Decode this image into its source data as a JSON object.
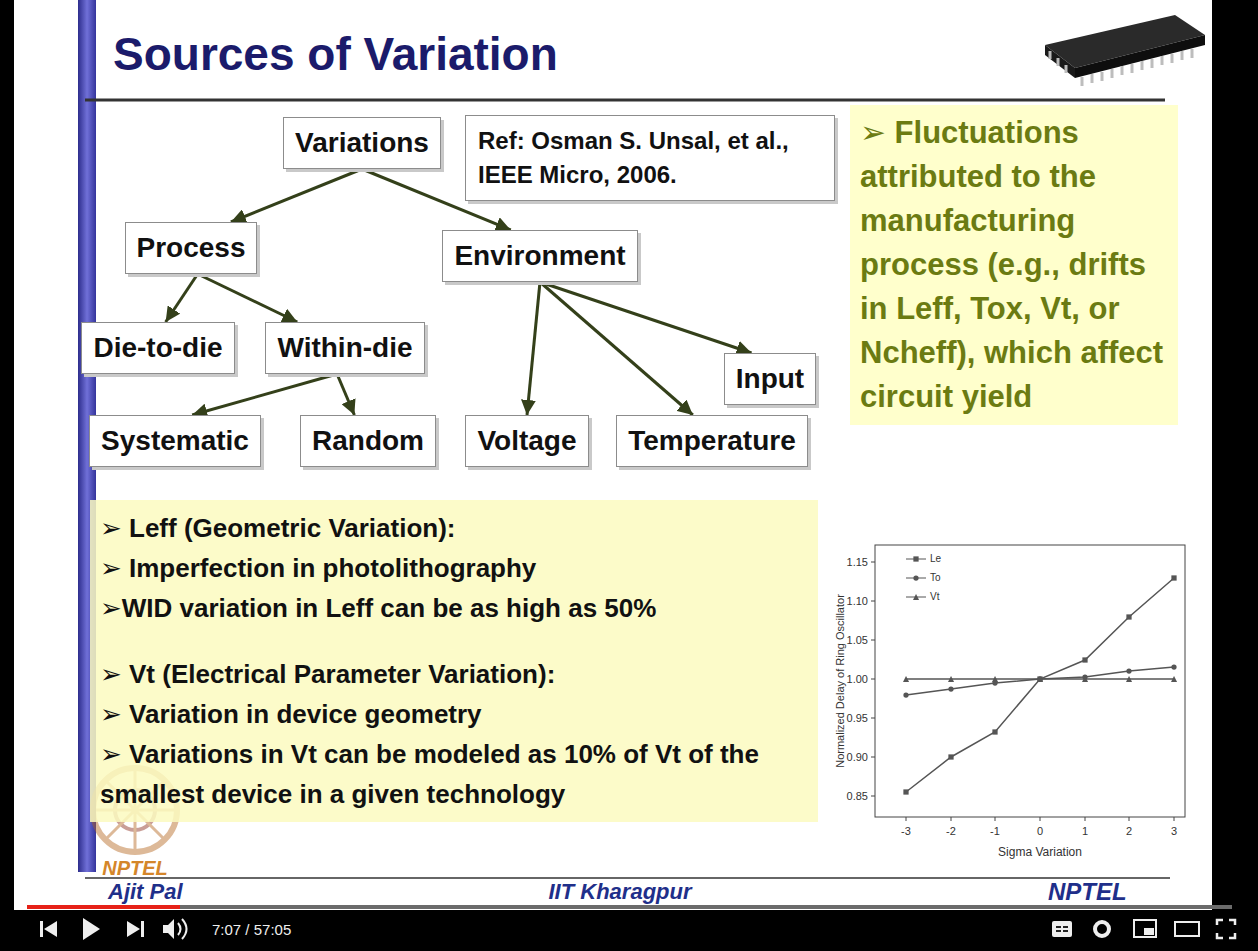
{
  "diagram": {
    "title": "Sources of Variation",
    "nodes": [
      {
        "text": [
          "Variations"
        ]
      },
      {
        "text": [
          "Ref: Osman S. Unsal, et al., IEEE Micro, 2006."
        ]
      },
      {
        "text": [
          "➢ Fluctuations attributed to the manufacturing process (e.g., drifts in Leff, Tox, Vt, or Ncheff), which affect circuit yield"
        ]
      },
      {
        "text": [
          "Process"
        ]
      },
      {
        "text": [
          "Environment"
        ]
      },
      {
        "text": [
          "Die-to-die"
        ]
      },
      {
        "text": [
          "Within-die"
        ]
      },
      {
        "text": [
          "Input"
        ]
      },
      {
        "text": [
          "Systematic"
        ]
      },
      {
        "text": [
          "Random"
        ]
      },
      {
        "text": [
          "Voltage"
        ]
      },
      {
        "text": [
          "Temperature"
        ]
      },
      {
        "text": [
          "➢ Leff (Geometric Variation):",
          "➢ Imperfection in photolithography",
          "➢WID variation in Leff can be as high as 50%",
          "➢ Vt (Electrical Parameter Variation):",
          "➢ Variation in device geometry",
          "➢ Variations in Vt can be modeled as 10% of Vt of the smallest device in a given technology"
        ]
      }
    ],
    "edges": [
      {
        "from": 0,
        "to": 3,
        "arrow": "to"
      },
      {
        "from": 0,
        "to": 4,
        "arrow": "to"
      },
      {
        "from": 3,
        "to": 5,
        "arrow": "to"
      },
      {
        "from": 3,
        "to": 6,
        "arrow": "to"
      },
      {
        "from": 6,
        "to": 8,
        "arrow": "to"
      },
      {
        "from": 6,
        "to": 9,
        "arrow": "to"
      },
      {
        "from": 4,
        "to": 10,
        "arrow": "to"
      },
      {
        "from": 4,
        "to": 11,
        "arrow": "to"
      },
      {
        "from": 4,
        "to": 7,
        "arrow": "to"
      }
    ],
    "labels": [
      "1.15",
      "1.10",
      "1.05",
      "1.00",
      "0.95",
      "0.90",
      "0.85",
      "-3",
      "-2",
      "-1",
      "0",
      "1",
      "2",
      "3",
      "Normalized Delay of Ring Oscillator",
      "Sigma Variation",
      "NPTEL",
      "Ajit Pal",
      "IIT Kharagpur",
      "NPTEL",
      "7:07 / 57:05"
    ],
    "legend": [
      {
        "text": "Le"
      },
      {
        "text": "To"
      },
      {
        "text": "Vt"
      }
    ]
  }
}
